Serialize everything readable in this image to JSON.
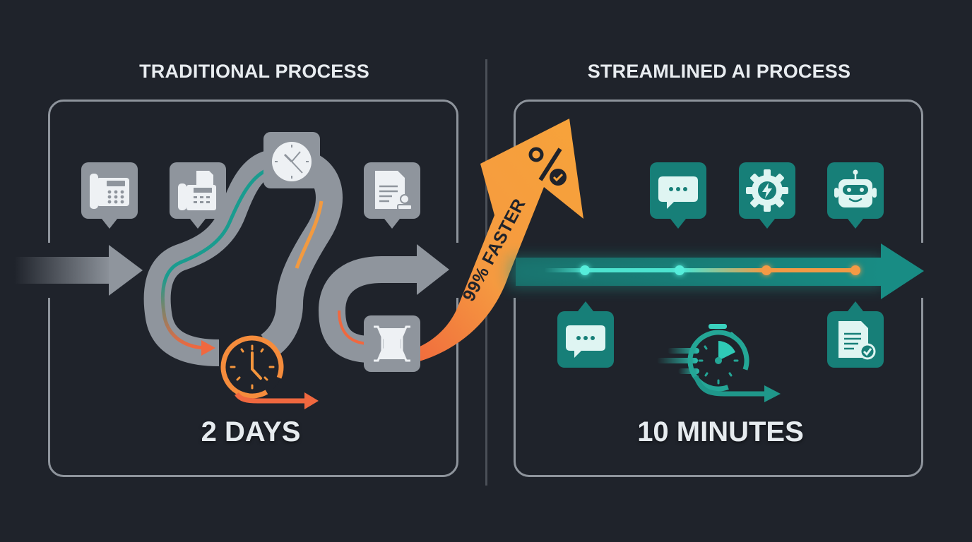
{
  "left": {
    "heading": "TRADITIONAL PROCESS",
    "duration": "2 DAYS",
    "icons": [
      "phone-icon",
      "fax-icon",
      "clock-icon",
      "document-stamp-icon",
      "bottleneck-icon",
      "clock-loop-icon"
    ]
  },
  "center": {
    "badge": "99% FASTER",
    "icon": "percent-check-icon"
  },
  "right": {
    "heading": "STREAMLINED AI PROCESS",
    "duration": "10 MINUTES",
    "icons": [
      "chat-icon",
      "gear-lightning-icon",
      "robot-icon",
      "chat-icon",
      "stopwatch-icon",
      "document-check-icon"
    ]
  },
  "colors": {
    "background": "#1f232b",
    "panel_border": "#8e949c",
    "gray_tile": "#8f959d",
    "teal": "#177f78",
    "teal_bright": "#4de3cf",
    "orange": "#f7a23c",
    "orange_red": "#f0683f",
    "text": "#e6ebef"
  }
}
